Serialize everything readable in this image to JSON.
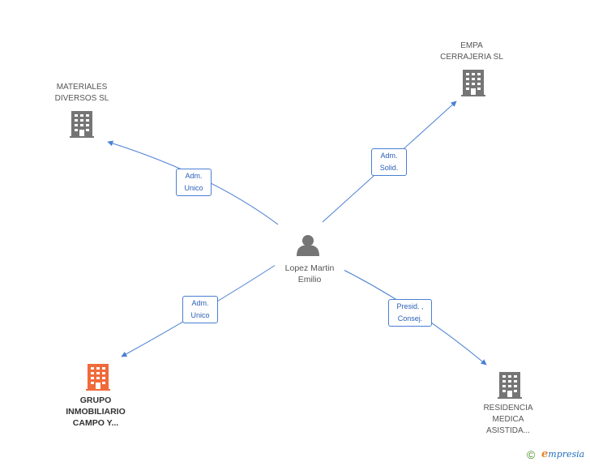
{
  "center": {
    "name_line1": "Lopez Martin",
    "name_line2": "Emilio",
    "icon": "person-icon"
  },
  "companies": [
    {
      "id": "materiales",
      "line1": "MATERIALES",
      "line2": "DIVERSOS SL",
      "line3": "",
      "highlight": false,
      "icon": "building-icon",
      "color": "#757575"
    },
    {
      "id": "empa",
      "line1": "EMPA",
      "line2": "CERRAJERIA  SL",
      "line3": "",
      "highlight": false,
      "icon": "building-icon",
      "color": "#757575"
    },
    {
      "id": "grupo",
      "line1": "GRUPO",
      "line2": "INMOBILIARIO",
      "line3": "CAMPO Y...",
      "highlight": true,
      "icon": "building-icon",
      "color": "#f06a3a"
    },
    {
      "id": "residencia",
      "line1": "RESIDENCIA",
      "line2": "MEDICA",
      "line3": "ASISTIDA...",
      "highlight": false,
      "icon": "building-icon",
      "color": "#757575"
    }
  ],
  "relations": [
    {
      "to": "materiales",
      "line1": "Adm.",
      "line2": "Unico"
    },
    {
      "to": "empa",
      "line1": "Adm.",
      "line2": "Solid."
    },
    {
      "to": "grupo",
      "line1": "Adm.",
      "line2": "Unico"
    },
    {
      "to": "residencia",
      "line1": "Presid. ,",
      "line2": "Consej."
    }
  ],
  "colors": {
    "edge": "#4a7fd4",
    "building_default": "#757575",
    "building_highlight": "#f06a3a",
    "person": "#757575"
  },
  "footer": {
    "copyright": "©",
    "brand_initial": "e",
    "brand_rest": "mpresia"
  }
}
